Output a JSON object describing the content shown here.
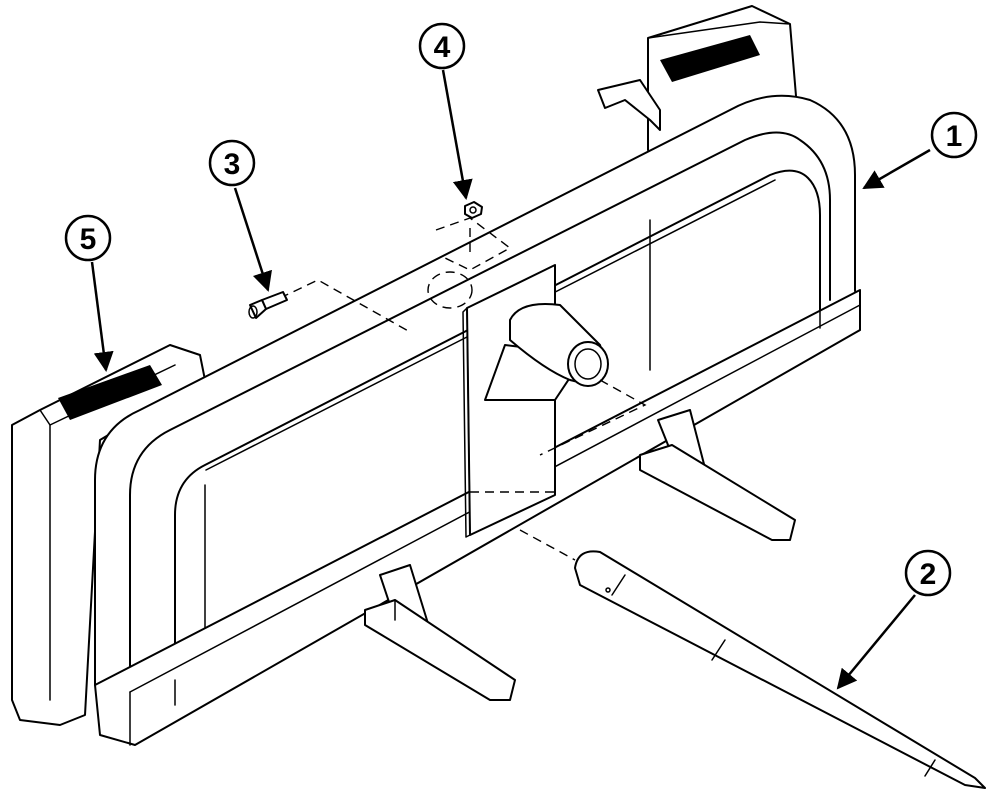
{
  "callouts": [
    {
      "id": "1",
      "label": "1"
    },
    {
      "id": "2",
      "label": "2"
    },
    {
      "id": "3",
      "label": "3"
    },
    {
      "id": "4",
      "label": "4"
    },
    {
      "id": "5",
      "label": "5"
    }
  ],
  "colors": {
    "line": "#000000",
    "background": "#ffffff",
    "pad": "#000000"
  }
}
